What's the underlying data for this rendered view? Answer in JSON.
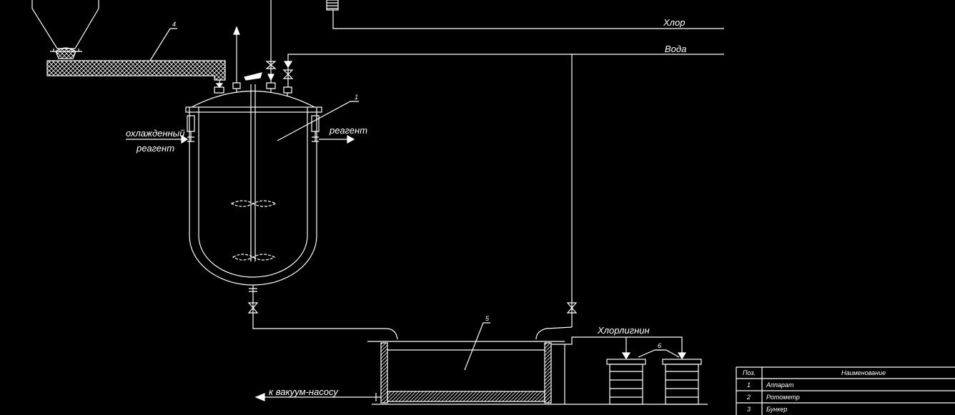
{
  "labels": {
    "chlorine": "Хлор",
    "water": "Вода",
    "cooled_1": "охлажденный",
    "cooled_2": "реагент",
    "reagent_out": "реагент",
    "chlorolignin": "Хлорлигнин",
    "vacuum": "к вакуум-насосу"
  },
  "callouts": {
    "c1": "1",
    "c4": "4",
    "c5": "5",
    "c6": "6"
  },
  "spec_table": {
    "header": {
      "pos": "Поз.",
      "name": "Наименование"
    },
    "rows": [
      {
        "pos": "1",
        "name": "Аппарат"
      },
      {
        "pos": "2",
        "name": "Ротометр"
      },
      {
        "pos": "3",
        "name": "Бункер"
      }
    ]
  },
  "colors": {
    "background": "#000000",
    "line": "#ffffff"
  }
}
